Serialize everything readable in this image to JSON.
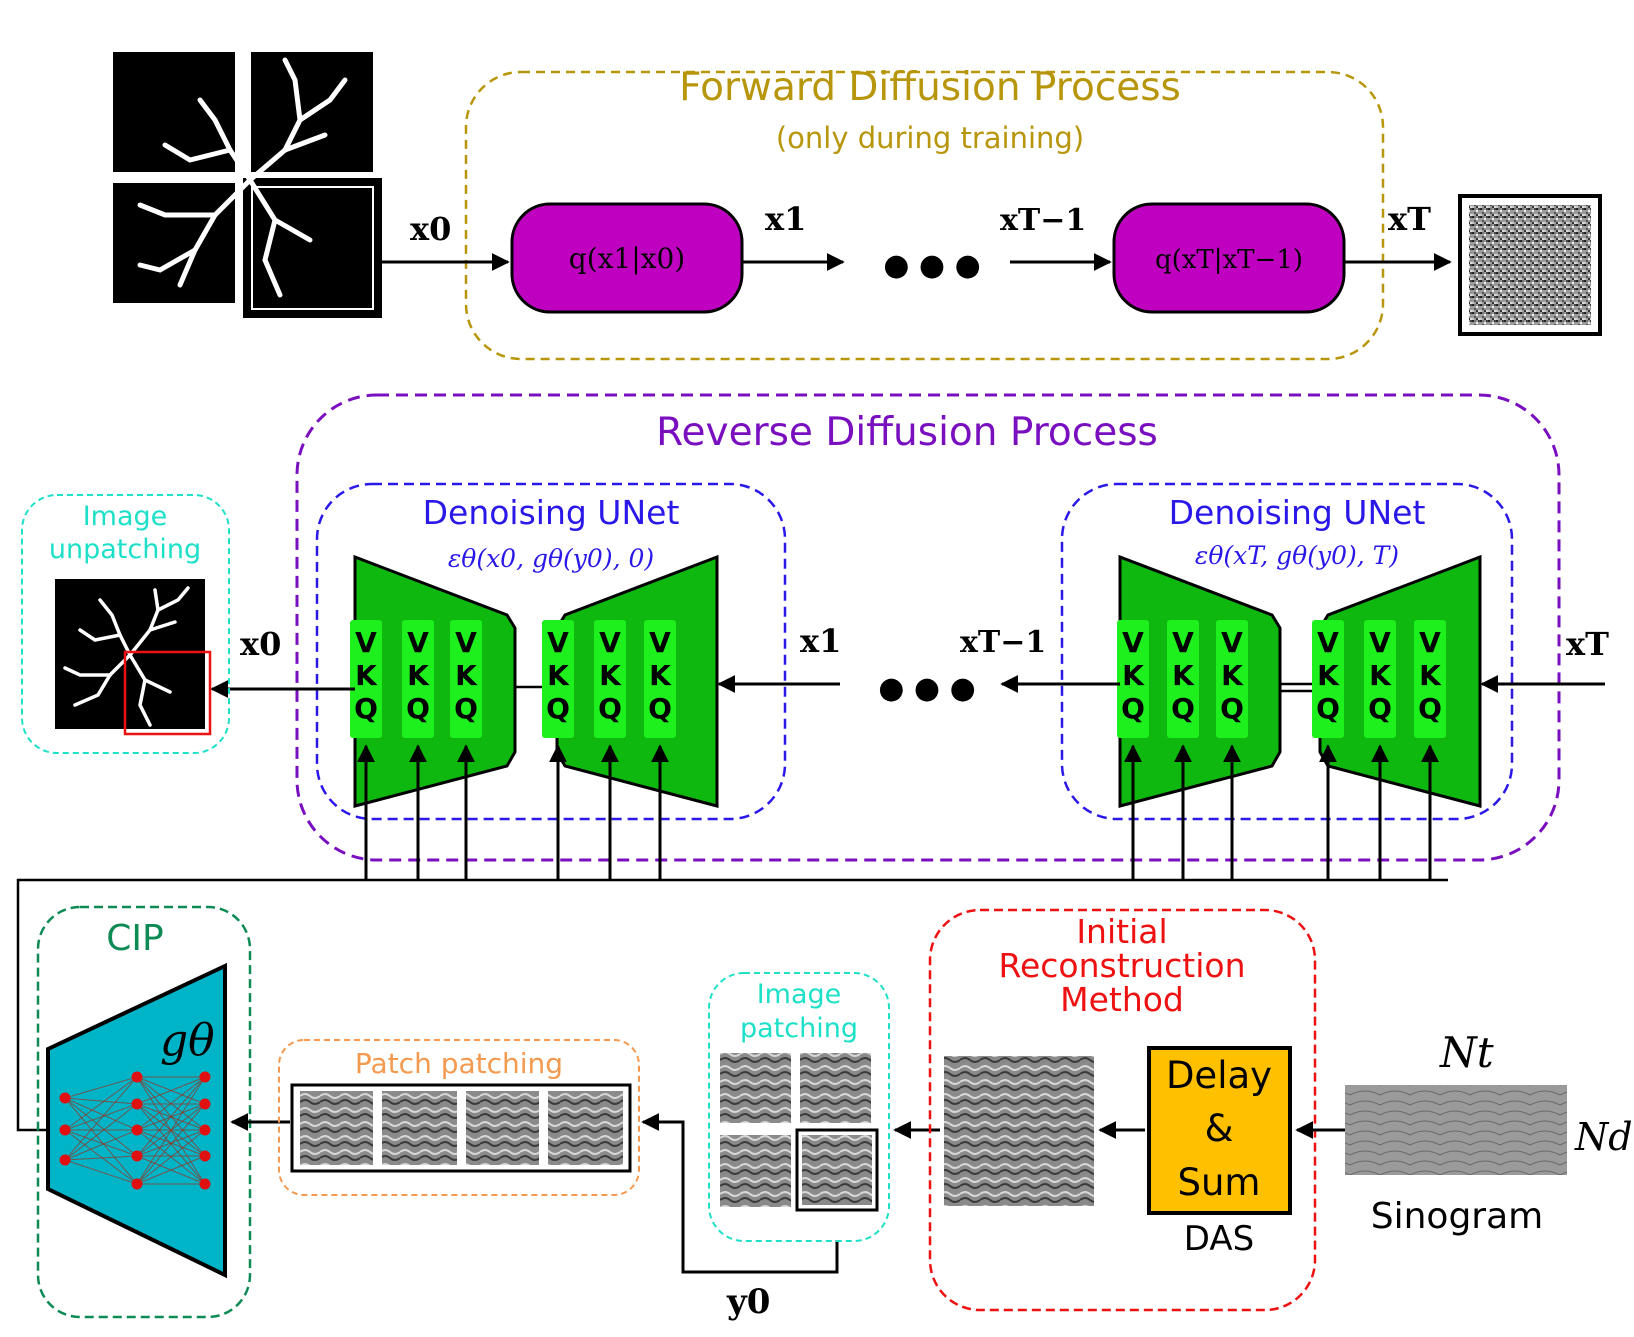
{
  "forward": {
    "title": "Forward Diffusion Process",
    "subtitle": "(only during training)",
    "x0": "x0",
    "q1": "q(x1|x0)",
    "x1": "x1",
    "xT1": "xT−1",
    "qT": "q(xT|xT−1)",
    "xT": "xT",
    "dots": "● ● ●"
  },
  "reverse": {
    "title": "Reverse Diffusion Process",
    "unet_left_title": "Denoising UNet",
    "unet_left_formula": "εθ(x0, gθ(y0), 0)",
    "unet_right_title": "Denoising UNet",
    "unet_right_formula": "εθ(xT, gθ(y0), T)",
    "x0": "x0",
    "x1": "x1",
    "xT1": "xT−1",
    "xT": "xT",
    "dots": "● ● ●",
    "attn": [
      "V",
      "K",
      "Q"
    ]
  },
  "unpatching": {
    "line1": "Image",
    "line2": "unpatching"
  },
  "cip": {
    "title": "CIP",
    "g": "gθ"
  },
  "patch_patching": {
    "title": "Patch patching"
  },
  "patching": {
    "line1": "Image",
    "line2": "patching",
    "y0": "y0"
  },
  "recon": {
    "line1": "Initial",
    "line2": "Reconstruction",
    "line3": "Method",
    "das_line1": "Delay",
    "das_line2": "&",
    "das_line3": "Sum",
    "das_caption": "DAS"
  },
  "sinogram": {
    "nt": "Nt",
    "nd": "Nd",
    "caption": "Sinogram"
  },
  "colors": {
    "forward_gold": "#b8960c",
    "reverse_purple": "#7a0fbf",
    "unet_blue": "#2a18e8",
    "cyan": "#1ee0c8",
    "cip_green": "#0e8a55",
    "orange": "#f39a50",
    "red": "#ee1111",
    "magenta": "#c000c0",
    "green": "#0fb80f",
    "bright_green": "#1ef01e",
    "teal": "#00b4c8",
    "das_yellow": "#ffc000"
  }
}
